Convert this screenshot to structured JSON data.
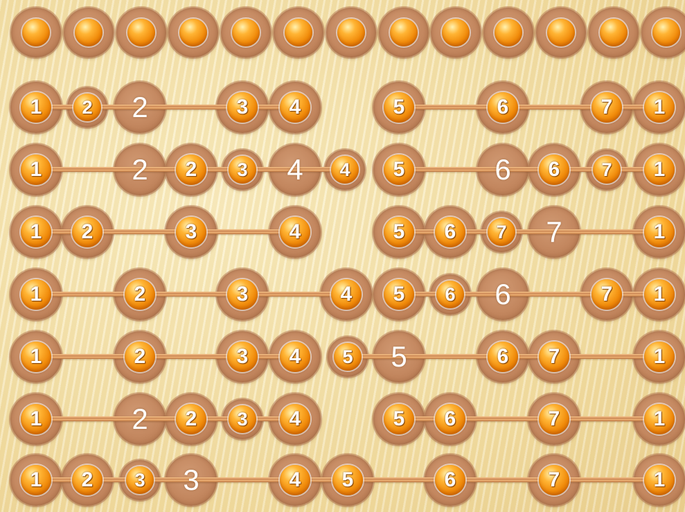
{
  "colors": {
    "bead": "#f08a0a",
    "slot": "#c3875f",
    "rod": "#d89a62",
    "background": "#f6e7b2",
    "hollow_label": "#ffffff"
  },
  "top_row": {
    "bead_count": 13
  },
  "rows": [
    {
      "label": "row-1",
      "right_rod": true,
      "slots": [
        "1",
        "2",
        "2",
        "3",
        "4",
        "5",
        "6",
        "7",
        "1"
      ],
      "beads": [
        "1",
        "2",
        "3",
        "4",
        "5",
        "6",
        "7",
        "1"
      ],
      "hollow": [
        "2"
      ]
    },
    {
      "label": "row-2",
      "right_rod": true,
      "slots": [
        "1",
        "2",
        "2",
        "3",
        "4",
        "4",
        "5",
        "6",
        "6",
        "7",
        "1"
      ],
      "beads": [
        "1",
        "2",
        "3",
        "4",
        "5",
        "6",
        "7",
        "1"
      ],
      "hollow": [
        "2",
        "4",
        "6"
      ]
    },
    {
      "label": "row-3",
      "right_rod": true,
      "slots": [
        "1",
        "2",
        "3",
        "4",
        "5",
        "6",
        "7",
        "7",
        "1"
      ],
      "beads": [
        "1",
        "2",
        "3",
        "4",
        "5",
        "6",
        "7",
        "1"
      ],
      "hollow": [
        "7"
      ]
    },
    {
      "label": "row-4",
      "right_rod": true,
      "slots": [
        "1",
        "2",
        "3",
        "4",
        "5",
        "6",
        "6",
        "7",
        "1"
      ],
      "beads": [
        "1",
        "2",
        "3",
        "4",
        "5",
        "6",
        "7",
        "1"
      ],
      "hollow": [
        "6"
      ]
    },
    {
      "label": "row-5",
      "right_rod": true,
      "slots": [
        "1",
        "2",
        "3",
        "4",
        "5",
        "5",
        "6",
        "7",
        "1"
      ],
      "beads": [
        "1",
        "2",
        "3",
        "4",
        "5",
        "6",
        "7",
        "1"
      ],
      "hollow": [
        "5"
      ]
    },
    {
      "label": "row-6",
      "right_rod": true,
      "slots": [
        "1",
        "2",
        "2",
        "3",
        "4",
        "5",
        "6",
        "7",
        "1"
      ],
      "beads": [
        "1",
        "2",
        "3",
        "4",
        "5",
        "6",
        "7",
        "1"
      ],
      "hollow": [
        "2"
      ]
    },
    {
      "label": "row-7",
      "right_rod": false,
      "slots": [
        "1",
        "2",
        "3",
        "3",
        "4",
        "5",
        "6",
        "7",
        "1"
      ],
      "beads": [
        "1",
        "2",
        "3",
        "4",
        "5",
        "6",
        "7",
        "1"
      ],
      "hollow": [
        "3"
      ]
    }
  ]
}
